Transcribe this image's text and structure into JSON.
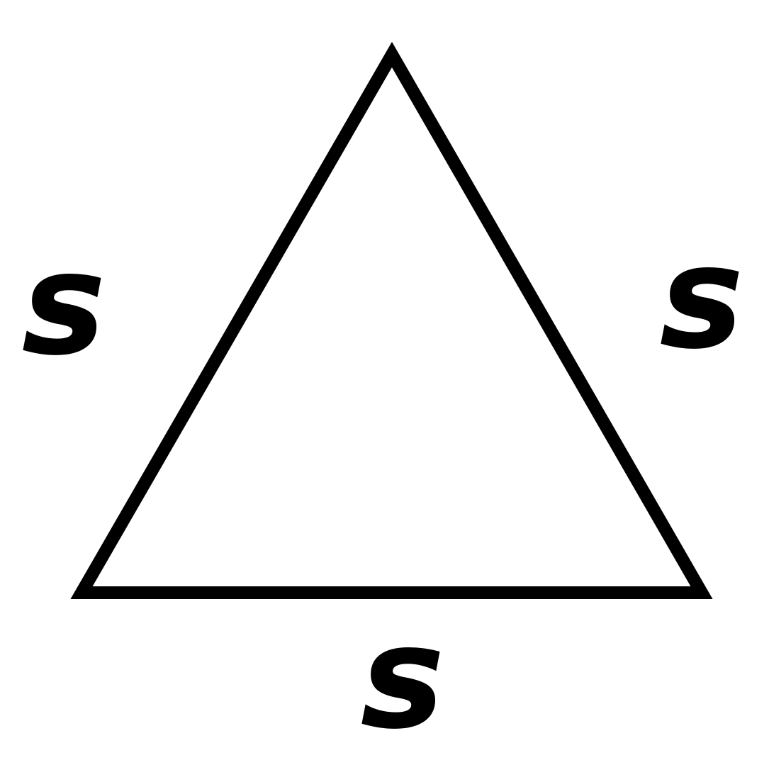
{
  "diagram": {
    "shape": "equilateral-triangle",
    "colors": {
      "stroke": "#000000",
      "fill": "#ffffff",
      "label": "#000000"
    },
    "labels": {
      "left_side": "s",
      "right_side": "s",
      "bottom_side": "s"
    }
  }
}
